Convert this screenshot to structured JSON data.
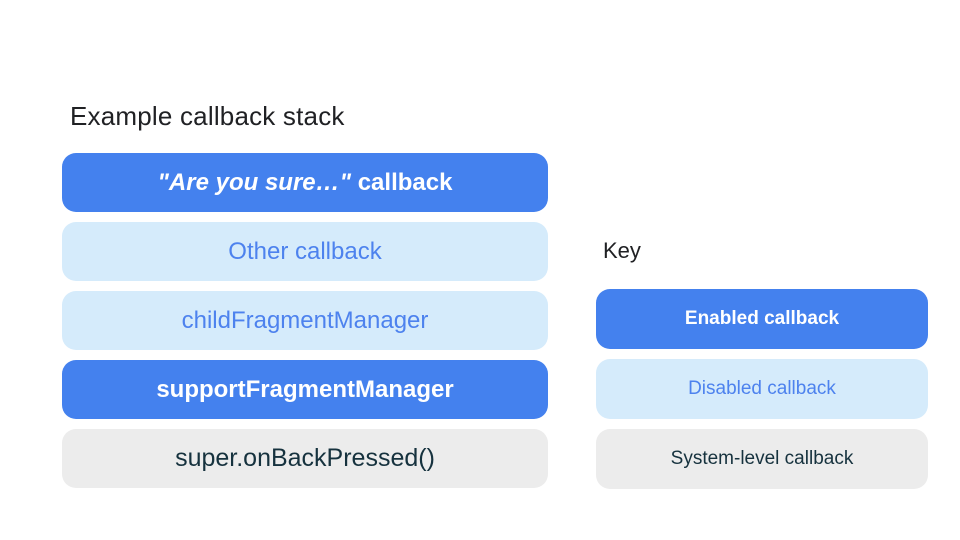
{
  "colors": {
    "background": "#ffffff",
    "enabled_bg": "#4481ee",
    "enabled_text": "#ffffff",
    "disabled_bg": "#d5ebfb",
    "disabled_text": "#4d82ee",
    "system_bg": "#ececec",
    "system_text": "#16323e",
    "heading_text": "#202124"
  },
  "stack": {
    "title": "Example callback stack",
    "items": [
      {
        "quote": "\"Are you sure…\"",
        "rest": " callback",
        "state": "enabled"
      },
      {
        "label": "Other callback",
        "state": "disabled"
      },
      {
        "label": "childFragmentManager",
        "state": "disabled"
      },
      {
        "label": "supportFragmentManager",
        "state": "enabled"
      },
      {
        "label": "super.onBackPressed()",
        "state": "system"
      }
    ]
  },
  "key": {
    "title": "Key",
    "items": [
      {
        "label": "Enabled callback",
        "state": "enabled"
      },
      {
        "label": "Disabled callback",
        "state": "disabled"
      },
      {
        "label": "System-level callback",
        "state": "system"
      }
    ]
  }
}
